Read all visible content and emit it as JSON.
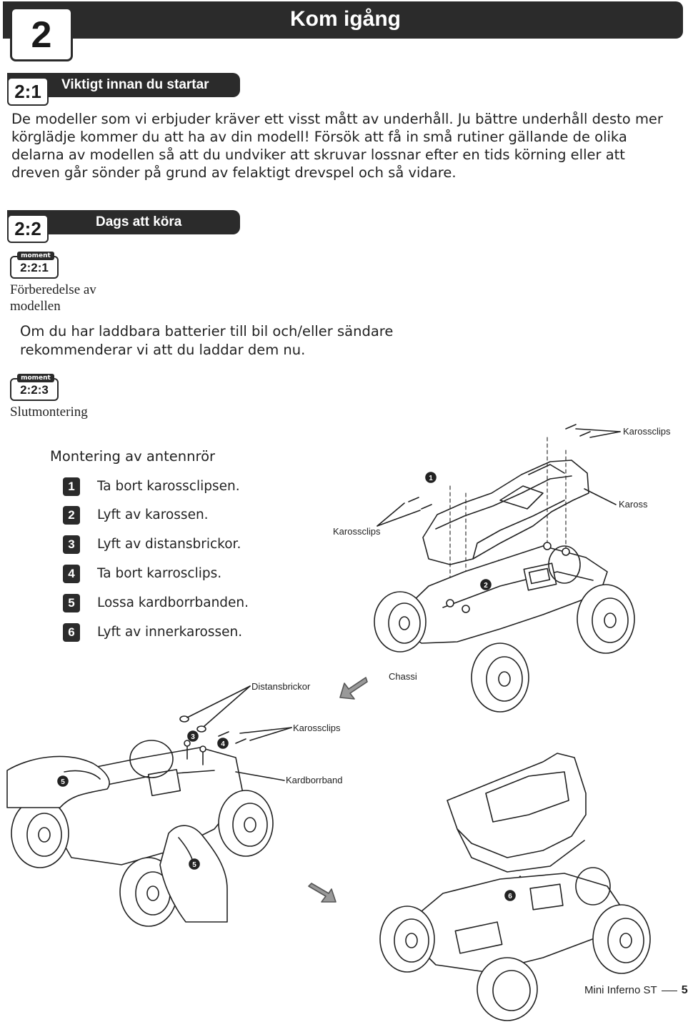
{
  "chapter": {
    "number": "2",
    "title": "Kom igång"
  },
  "section_1": {
    "number": "2:1",
    "title": "Viktigt innan du startar",
    "text": "De modeller som vi erbjuder kräver ett visst mått av underhåll. Ju bättre underhåll desto mer körglädje kommer du att ha av din modell! Försök att få in små rutiner gällande de olika delarna av modellen så att du undviker att skruvar lossnar efter en tids körning eller att dreven går sönder på grund av felaktigt drevspel och så vidare."
  },
  "section_2": {
    "number": "2:2",
    "title": "Dags att köra"
  },
  "moment_label": "moment",
  "moment_1": {
    "number": "2:2:1",
    "title_line1": "Förberedelse av",
    "title_line2": "modellen",
    "text_line1": "Om du har laddbara batterier till bil och/eller sändare",
    "text_line2": "rekommenderar vi att du laddar dem nu."
  },
  "moment_2": {
    "number": "2:2:3",
    "title": "Slutmontering",
    "subheading": "Montering av antennrör",
    "steps": [
      {
        "num": "1",
        "text": "Ta bort karossclipsen."
      },
      {
        "num": "2",
        "text": "Lyft av karossen."
      },
      {
        "num": "3",
        "text": "Lyft av distansbrickor."
      },
      {
        "num": "4",
        "text": "Ta bort karrosclips."
      },
      {
        "num": "5",
        "text": "Lossa kardborrbanden."
      },
      {
        "num": "6",
        "text": "Lyft av innerkarossen."
      }
    ]
  },
  "callouts": {
    "karossclips_top": "Karossclips",
    "kaross": "Kaross",
    "karossclips_left": "Karossclips",
    "distansbrickor": "Distansbrickor",
    "chassi": "Chassi",
    "karossclips_mid": "Karossclips",
    "kardborrband": "Kardborrband"
  },
  "step_markers": [
    "1",
    "2",
    "3",
    "4",
    "5",
    "5",
    "6"
  ],
  "footer": {
    "product": "Mini Inferno ST",
    "page": "5"
  },
  "colors": {
    "bar": "#2b2b2b",
    "text": "#222222",
    "background": "#ffffff"
  }
}
